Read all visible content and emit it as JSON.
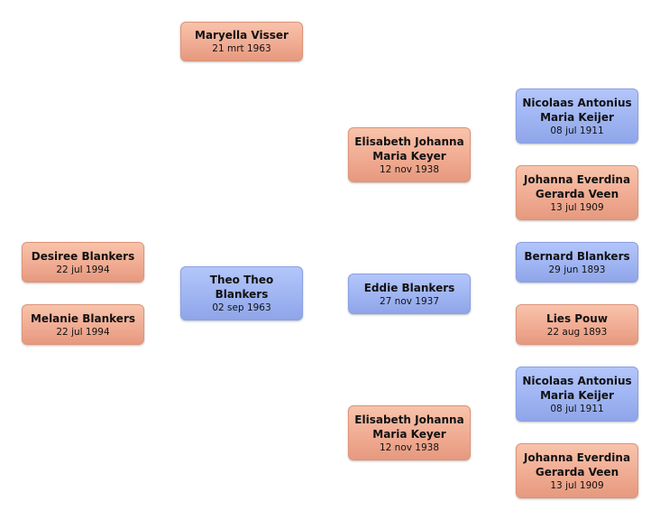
{
  "colors": {
    "female_card": "#f0ac93",
    "male_card": "#9fb4f2"
  },
  "people": {
    "partner": {
      "name": "Maryella Visser",
      "date": "21 mrt 1963"
    },
    "root": {
      "name": "Theo Theo Blankers",
      "date": "02 sep 1963"
    },
    "child_1": {
      "name": "Desiree Blankers",
      "date": "22 jul 1994"
    },
    "child_2": {
      "name": "Melanie Blankers",
      "date": "22 jul 1994"
    },
    "grandparent_top": {
      "name": "Elisabeth Johanna Maria Keyer",
      "date": "12 nov 1938"
    },
    "father": {
      "name": "Eddie Blankers",
      "date": "27 nov 1937"
    },
    "grandparent_bottom": {
      "name": "Elisabeth Johanna Maria Keyer",
      "date": "12 nov 1938"
    },
    "ancestor_1": {
      "name": "Nicolaas Antonius Maria Keijer",
      "date": "08 jul 1911"
    },
    "ancestor_2": {
      "name": "Johanna Everdina Gerarda Veen",
      "date": "13 jul 1909"
    },
    "ancestor_3": {
      "name": "Bernard Blankers",
      "date": "29 jun 1893"
    },
    "ancestor_4": {
      "name": "Lies Pouw",
      "date": "22 aug 1893"
    },
    "ancestor_5": {
      "name": "Nicolaas Antonius Maria Keijer",
      "date": "08 jul 1911"
    },
    "ancestor_6": {
      "name": "Johanna Everdina Gerarda Veen",
      "date": "13 jul 1909"
    }
  }
}
